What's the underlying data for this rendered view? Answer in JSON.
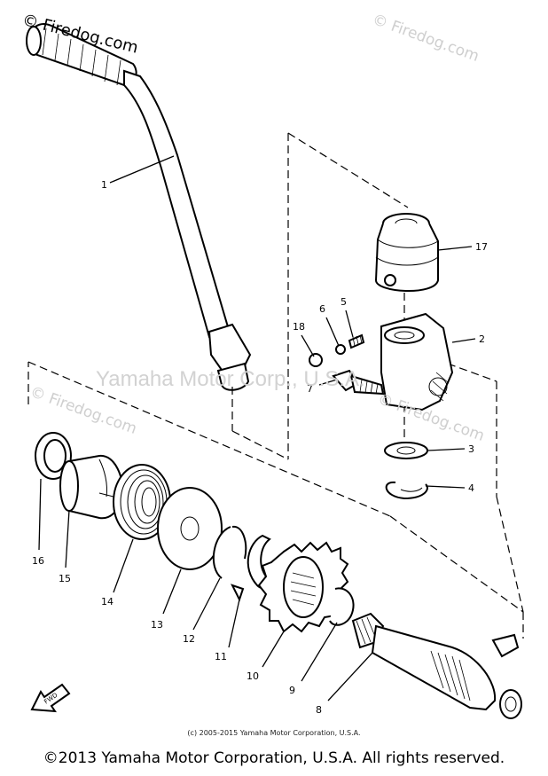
{
  "watermarks": {
    "top_left": "© Firedog.com",
    "repeat": "© Firedog.com",
    "center": "Yamaha Motor Corp., U.S.A."
  },
  "part_numbers": [
    "1",
    "2",
    "3",
    "4",
    "5",
    "6",
    "7",
    "8",
    "9",
    "10",
    "11",
    "12",
    "13",
    "14",
    "15",
    "16",
    "17",
    "18"
  ],
  "fwd_label": "FWD",
  "footer": {
    "small_copyright": "(c) 2005-2015 Yamaha Motor Corporation, U.S.A.",
    "copyright": "©2013 Yamaha Motor Corporation, U.S.A. All rights reserved."
  }
}
